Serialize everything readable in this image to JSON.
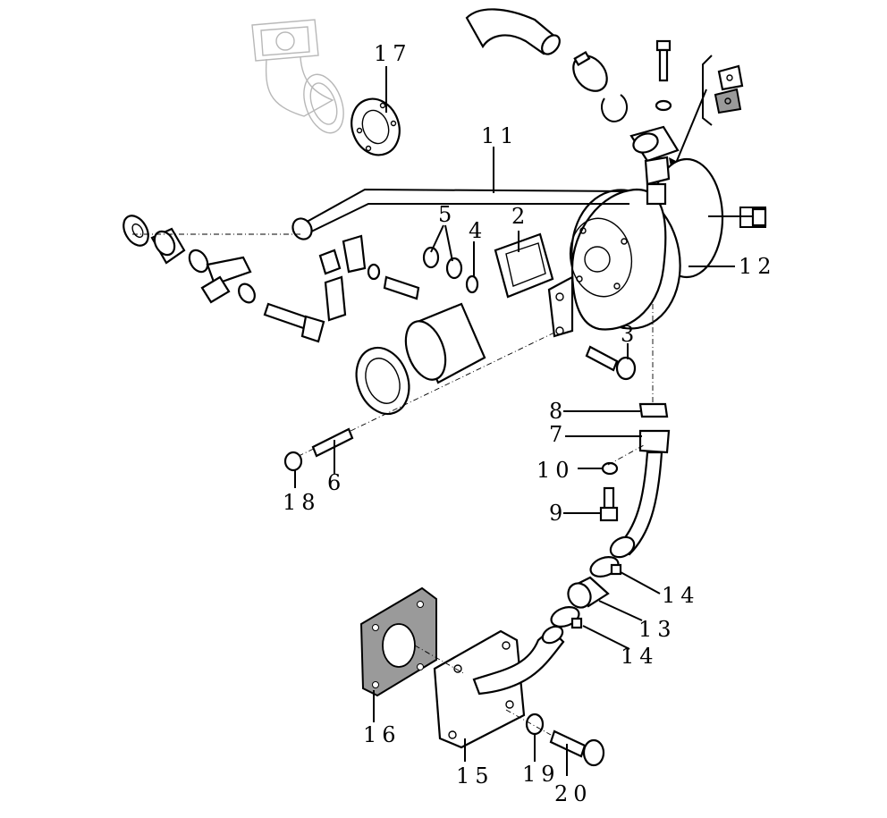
{
  "callouts": {
    "c2": "2",
    "c3": "3",
    "c4": "4",
    "c5": "5",
    "c6": "6",
    "c7": "7",
    "c8": "8",
    "c9": "9",
    "c10": "10",
    "c11": "11",
    "c12": "12",
    "c13": "13",
    "c14a": "14",
    "c14b": "14",
    "c15": "15",
    "c16": "16",
    "c17": "17",
    "c18": "18",
    "c19": "19",
    "c20": "20"
  },
  "colors": {
    "line": "#000000",
    "ghost": "#b8b8b8",
    "gasket_fill": "#9a9a9a",
    "background": "#ffffff"
  }
}
